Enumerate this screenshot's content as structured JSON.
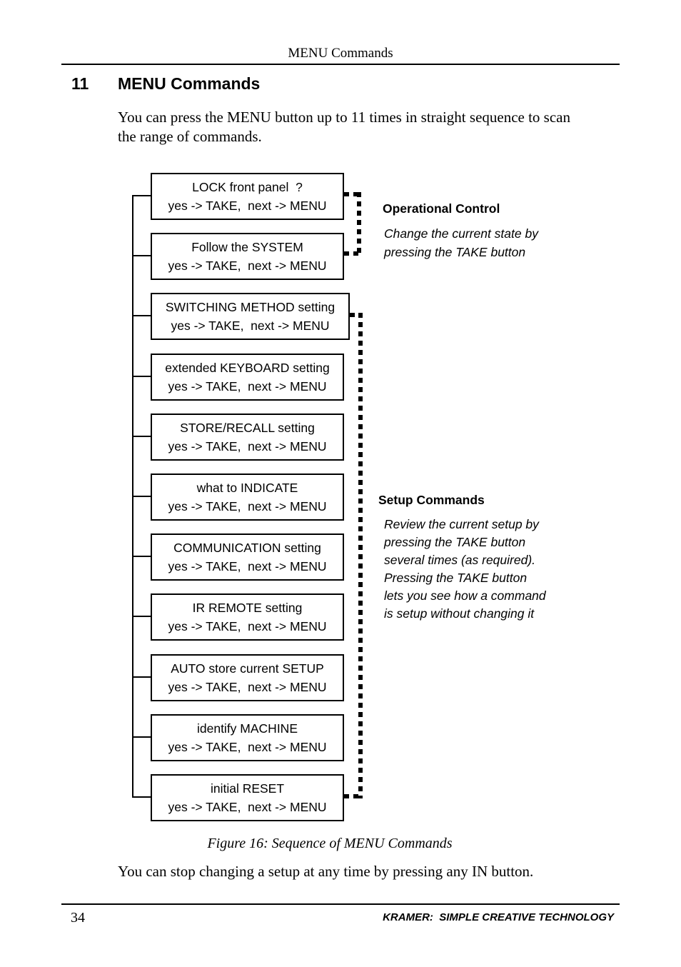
{
  "page": {
    "running_head": "MENU Commands",
    "section_number": "11",
    "section_title": "MENU Commands",
    "intro": "You can press the MENU button up to 11 times in straight sequence to scan\nthe range of commands.",
    "caption": "Figure 16: Sequence of MENU Commands",
    "outro": "You can stop changing a setup at any time by pressing any IN button.",
    "page_number": "34",
    "footer_brand": "KRAMER:  SIMPLE CREATIVE TECHNOLOGY"
  },
  "diagram": {
    "boxes": [
      {
        "title": "LOCK front panel  ?",
        "subtitle": "yes -> TAKE,  next -> MENU"
      },
      {
        "title": "Follow the SYSTEM",
        "subtitle": "yes -> TAKE,  next -> MENU"
      },
      {
        "title": "SWITCHING METHOD setting",
        "subtitle": "yes -> TAKE,  next -> MENU"
      },
      {
        "title": "extended KEYBOARD setting",
        "subtitle": "yes -> TAKE,  next -> MENU"
      },
      {
        "title": "STORE/RECALL setting",
        "subtitle": "yes -> TAKE,  next -> MENU"
      },
      {
        "title": "what to INDICATE",
        "subtitle": "yes -> TAKE,  next -> MENU"
      },
      {
        "title": "COMMUNICATION setting",
        "subtitle": "yes -> TAKE,  next -> MENU"
      },
      {
        "title": "IR REMOTE setting",
        "subtitle": "yes -> TAKE,  next -> MENU"
      },
      {
        "title": "AUTO store current SETUP",
        "subtitle": "yes -> TAKE,  next -> MENU"
      },
      {
        "title": "identify MACHINE",
        "subtitle": "yes -> TAKE,  next -> MENU"
      },
      {
        "title": "initial RESET",
        "subtitle": "yes -> TAKE,  next -> MENU"
      }
    ],
    "annotations": [
      {
        "heading": "Operational Control",
        "body": "Change the current state by\npressing the TAKE button"
      },
      {
        "heading": "Setup Commands",
        "body": "Review the current setup by\npressing the TAKE button\nseveral times (as required).\nPressing the TAKE button\nlets you see how a command\nis setup without changing it"
      }
    ],
    "colors": {
      "ink": "#000000",
      "paper": "#ffffff"
    }
  }
}
